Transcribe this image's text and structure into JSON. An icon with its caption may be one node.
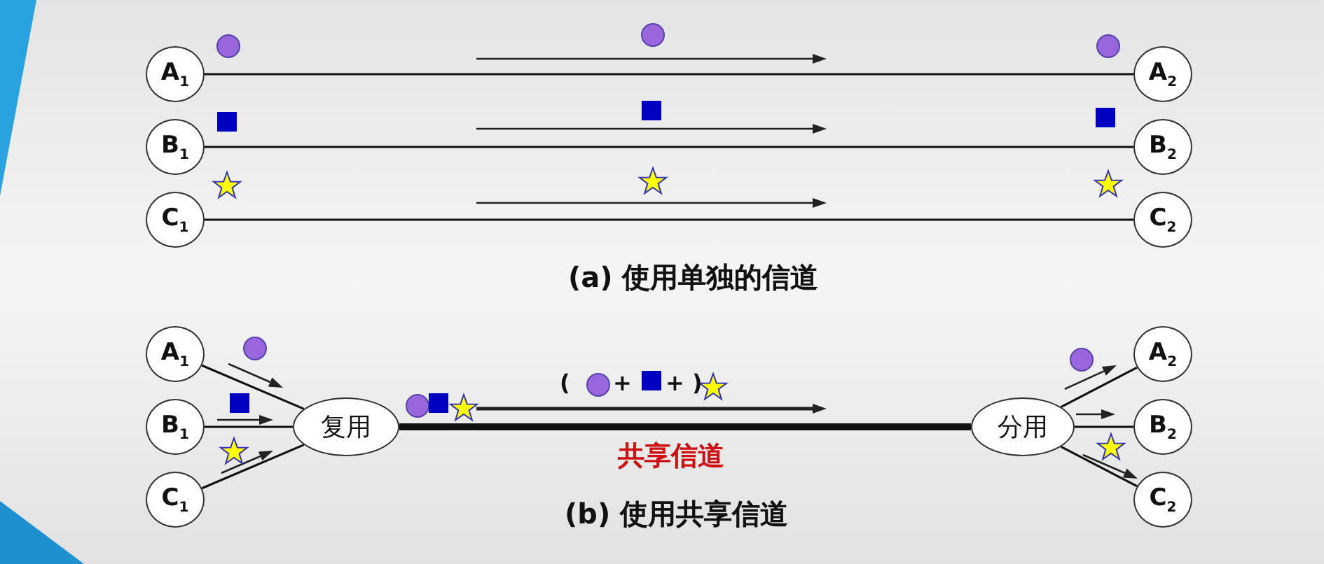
{
  "diagram": {
    "nodes": [
      {
        "text": [
          "A$_{1}$"
        ]
      },
      {
        "text": [
          "B$_{1}$"
        ]
      },
      {
        "text": [
          "C$_{1}$"
        ]
      },
      {
        "text": [
          "A$_{2}$"
        ]
      },
      {
        "text": [
          "B$_{2}$"
        ]
      },
      {
        "text": [
          "C$_{2}$"
        ]
      },
      {
        "text": [
          "A$_{1}$"
        ]
      },
      {
        "text": [
          "B$_{1}$"
        ]
      },
      {
        "text": [
          "C$_{1}$"
        ]
      },
      {
        "text": [
          "复用"
        ]
      },
      {
        "text": [
          "分用"
        ]
      },
      {
        "text": [
          "A$_{2}$"
        ]
      },
      {
        "text": [
          "B$_{2}$"
        ]
      },
      {
        "text": [
          "C$_{2}$"
        ]
      }
    ],
    "edges": [
      {
        "from": 0,
        "to": 3,
        "arrow": "none"
      },
      {
        "from": 1,
        "to": 4,
        "arrow": "none"
      },
      {
        "from": 2,
        "to": 5,
        "arrow": "none"
      },
      {
        "from": 6,
        "to": 9,
        "arrow": "none"
      },
      {
        "from": 7,
        "to": 9,
        "arrow": "none"
      },
      {
        "from": 8,
        "to": 9,
        "arrow": "none"
      },
      {
        "from": 9,
        "to": 10,
        "arrow": "none",
        "style": "thick",
        "label": "共享信道"
      },
      {
        "from": 10,
        "to": 11,
        "arrow": "none"
      },
      {
        "from": 10,
        "to": 12,
        "arrow": "none"
      },
      {
        "from": 10,
        "to": 13,
        "arrow": "none"
      }
    ],
    "labels": [
      "(a) 使用单独的信道",
      "(",
      "+",
      "+ )",
      "(b) 使用共享信道"
    ]
  }
}
